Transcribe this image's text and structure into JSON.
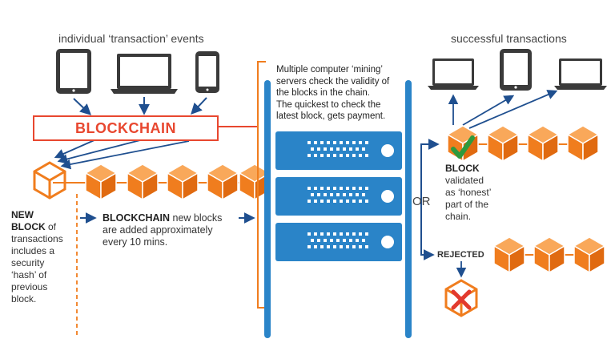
{
  "top_left_title": "individual ‘transaction’ events",
  "top_right_title": "successful transactions",
  "blockchain_label": "BLOCKCHAIN",
  "mining_text": [
    "Multiple computer ‘mining’",
    "servers check the validity of",
    "the blocks in the chain.",
    "The quickest to check the",
    "latest block, gets payment."
  ],
  "new_block": {
    "bold": "NEW BLOCK",
    "bold_line1": "NEW",
    "bold_line2": "BLOCK",
    "line2_rest": " of",
    "rest_lines": [
      "transactions",
      "includes a",
      "security",
      "‘hash’ of",
      "previous",
      "block."
    ]
  },
  "chain_note": {
    "bold": "BLOCKCHAIN",
    "line1_rest": " new blocks",
    "line2": "are added approximately",
    "line3": "every 10 mins."
  },
  "or_label": "OR",
  "validated": {
    "bold": "BLOCK",
    "lines": [
      "validated",
      "as ‘honest’",
      "part of the",
      "chain."
    ]
  },
  "rejected_label": "REJECTED",
  "colors": {
    "orange": "#f07d1e",
    "red": "#e8472f",
    "navy": "#1f3e6b",
    "blue": "#2a6db5",
    "server": "#2a84c8",
    "green": "#2e9a3e"
  },
  "icons": [
    "tablet-icon",
    "laptop-icon",
    "phone-icon",
    "server-icon",
    "cube-icon",
    "check-icon",
    "cross-icon"
  ]
}
